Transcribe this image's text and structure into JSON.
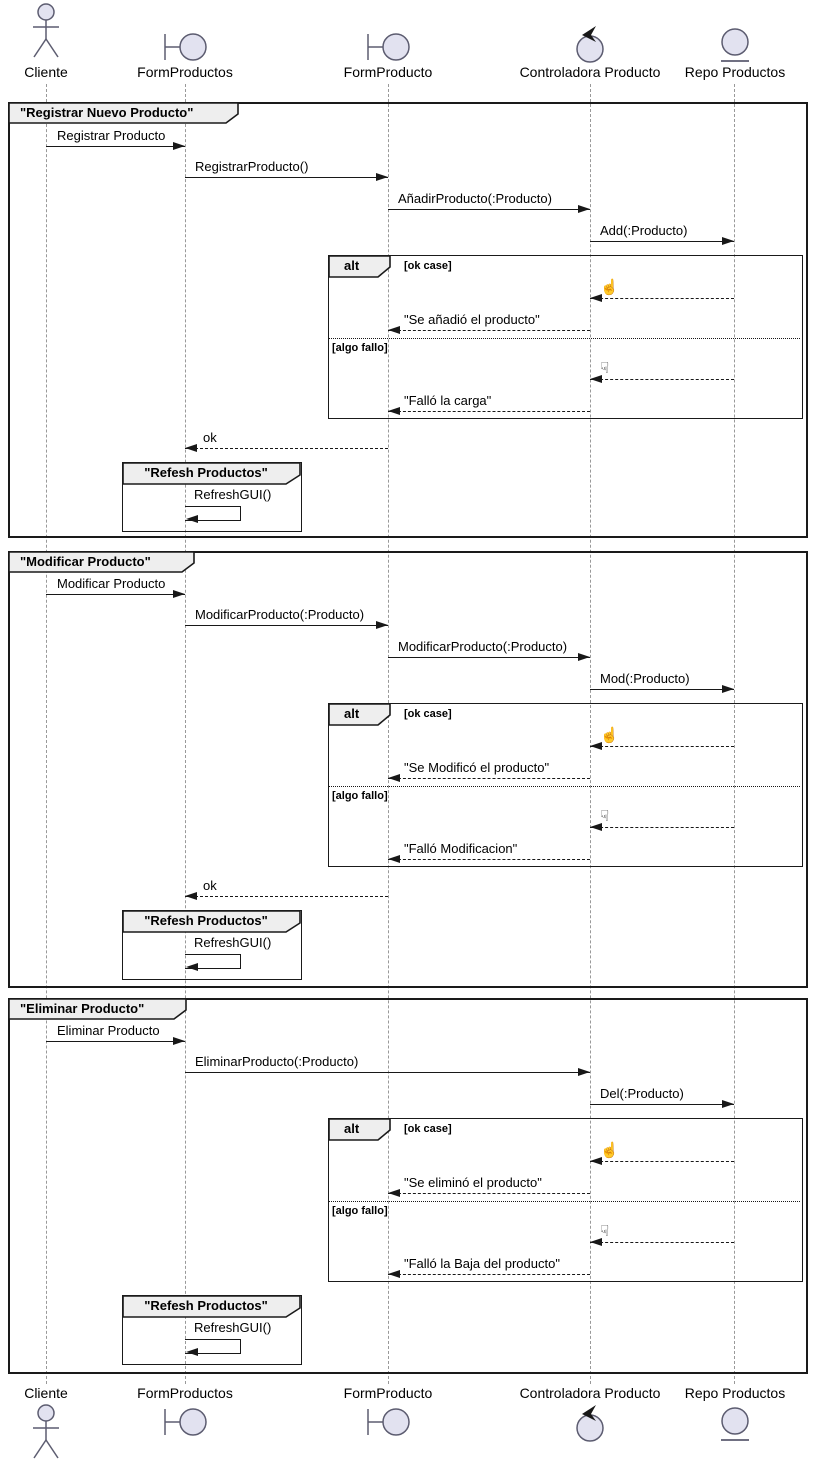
{
  "colors": {
    "icon_fill": "#E2E2F0",
    "header_fill": "#EEEEEE",
    "line": "#181818",
    "lifeline": "#999999"
  },
  "icons": {
    "thumbs_up": "☝",
    "thumbs_down": "☟"
  },
  "participants": [
    {
      "name": "Cliente",
      "type": "actor"
    },
    {
      "name": "FormProductos",
      "type": "boundary"
    },
    {
      "name": "FormProducto",
      "type": "boundary"
    },
    {
      "name": "Controladora Producto",
      "type": "control"
    },
    {
      "name": "Repo Productos",
      "type": "entity"
    }
  ],
  "frames": [
    {
      "title": "\"Registrar Nuevo Producto\"",
      "messages": {
        "m1": "Registrar Producto",
        "m2": "RegistrarProducto()",
        "m3": "AñadirProducto(:Producto)",
        "m4": "Add(:Producto)",
        "ok_return": "ok"
      },
      "alt": {
        "operator": "alt",
        "guard_ok": "[ok case]",
        "guard_fail": "[algo fallo]",
        "ok_msg": "\"Se añadió el producto\"",
        "fail_msg": "\"Falló la carga\""
      },
      "group": {
        "title": "\"Refesh Productos\"",
        "message": "RefreshGUI()"
      }
    },
    {
      "title": "\"Modificar Producto\"",
      "messages": {
        "m1": "Modificar Producto",
        "m2": "ModificarProducto(:Producto)",
        "m3": "ModificarProducto(:Producto)",
        "m4": "Mod(:Producto)",
        "ok_return": "ok"
      },
      "alt": {
        "operator": "alt",
        "guard_ok": "[ok case]",
        "guard_fail": "[algo fallo]",
        "ok_msg": "\"Se Modificó el producto\"",
        "fail_msg": "\"Falló Modificacion\""
      },
      "group": {
        "title": "\"Refesh Productos\"",
        "message": "RefreshGUI()"
      }
    },
    {
      "title": "\"Eliminar Producto\"",
      "messages": {
        "m1": "Eliminar Producto",
        "m2": "EliminarProducto(:Producto)",
        "m3": "Del(:Producto)"
      },
      "alt": {
        "operator": "alt",
        "guard_ok": "[ok case]",
        "guard_fail": "[algo fallo]",
        "ok_msg": "\"Se eliminó el producto\"",
        "fail_msg": "\"Falló la Baja del producto\""
      },
      "group": {
        "title": "\"Refesh Productos\"",
        "message": "RefreshGUI()"
      }
    }
  ]
}
